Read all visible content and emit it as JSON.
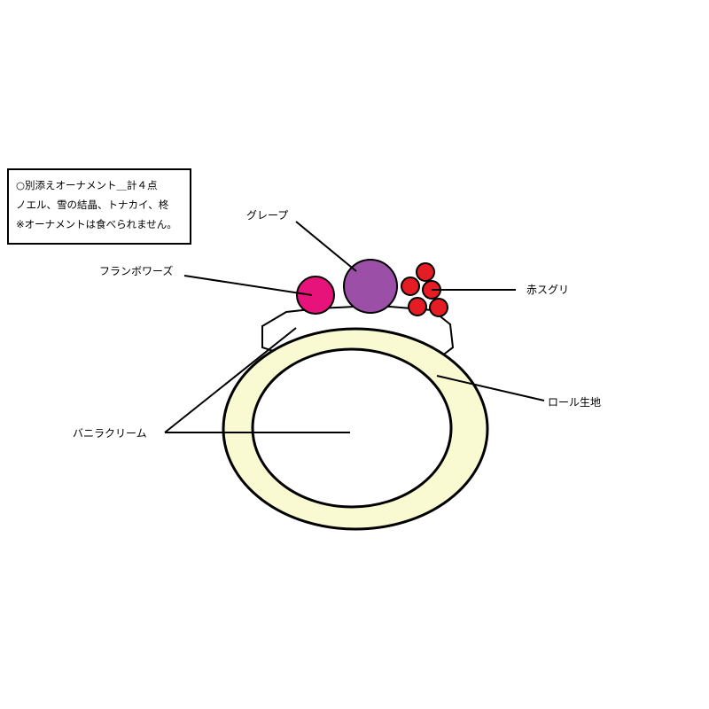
{
  "note": {
    "lines": [
      "○別添えオーナメント＿計４点",
      "ノエル、雪の結晶、トナカイ、柊",
      "※オーナメントは食べられません。"
    ]
  },
  "labels": {
    "grape": "グレープ",
    "framboise": "フランボワーズ",
    "redcurrant": "赤スグリ",
    "roll": "ロール生地",
    "cream": "バニラクリーム"
  },
  "colors": {
    "roll_fill": "#fafad2",
    "cream_fill": "#ffffff",
    "grape_fill": "#9b4fa6",
    "framboise_fill": "#e8137a",
    "redcurrant_fill": "#e51c23",
    "outline": "#000000"
  }
}
